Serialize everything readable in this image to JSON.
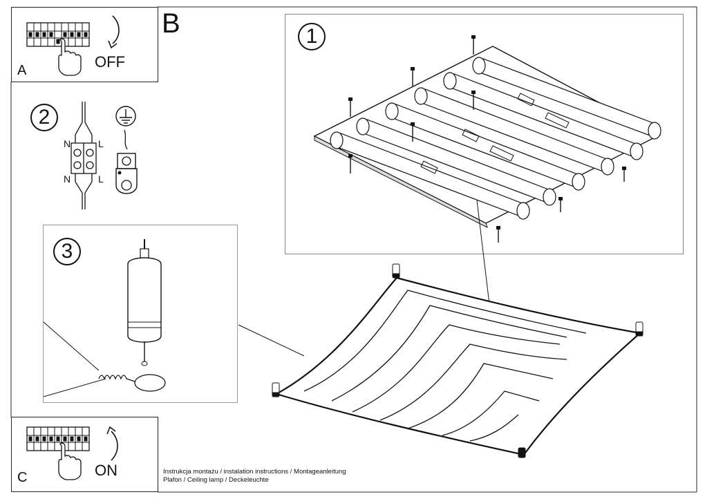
{
  "panel_a": {
    "letter": "A",
    "action": "OFF"
  },
  "panel_b": {
    "letter": "B"
  },
  "panel_c": {
    "letter": "C",
    "action": "ON"
  },
  "steps": {
    "step1": "1",
    "step2": "2",
    "step3": "3"
  },
  "wiring": {
    "n_top": "N",
    "l_top": "L",
    "n_bottom": "N",
    "l_bottom": "L"
  },
  "caption": {
    "line1": "Instrukcja montażu / instalation instructions / Montageanleitung",
    "line2": "Plafon / Ceiling lamp / Deckeleuchte"
  }
}
